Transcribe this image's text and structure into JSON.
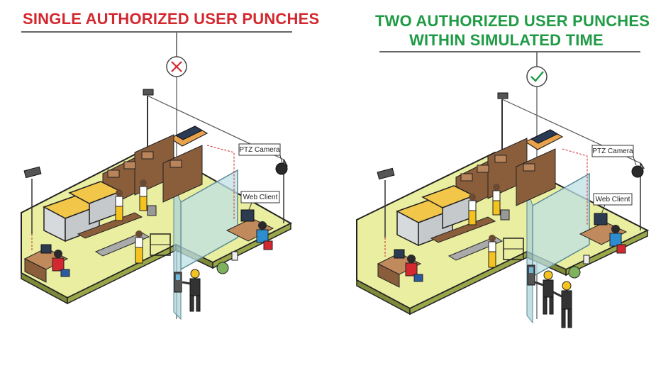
{
  "left_panel": {
    "title": "SINGLE AUTHORIZED USER PUNCHES",
    "status_icon": "cross-icon",
    "status_color": "#d3282f",
    "ptz_label": "PTZ Camera",
    "web_client_label": "Web Client"
  },
  "right_panel": {
    "title_line1": "TWO AUTHORIZED USER PUNCHES",
    "title_line2": "WITHIN SIMULATED TIME",
    "status_icon": "check-icon",
    "status_color": "#1f9b45",
    "ptz_label": "PTZ Camera",
    "web_client_label": "Web Client"
  },
  "colors": {
    "floor": "#e9eea0",
    "wall_glass": "#bfe0e6",
    "machine": "#f2c649",
    "worker_vest": "#f5c320",
    "shelf": "#7a5236"
  }
}
